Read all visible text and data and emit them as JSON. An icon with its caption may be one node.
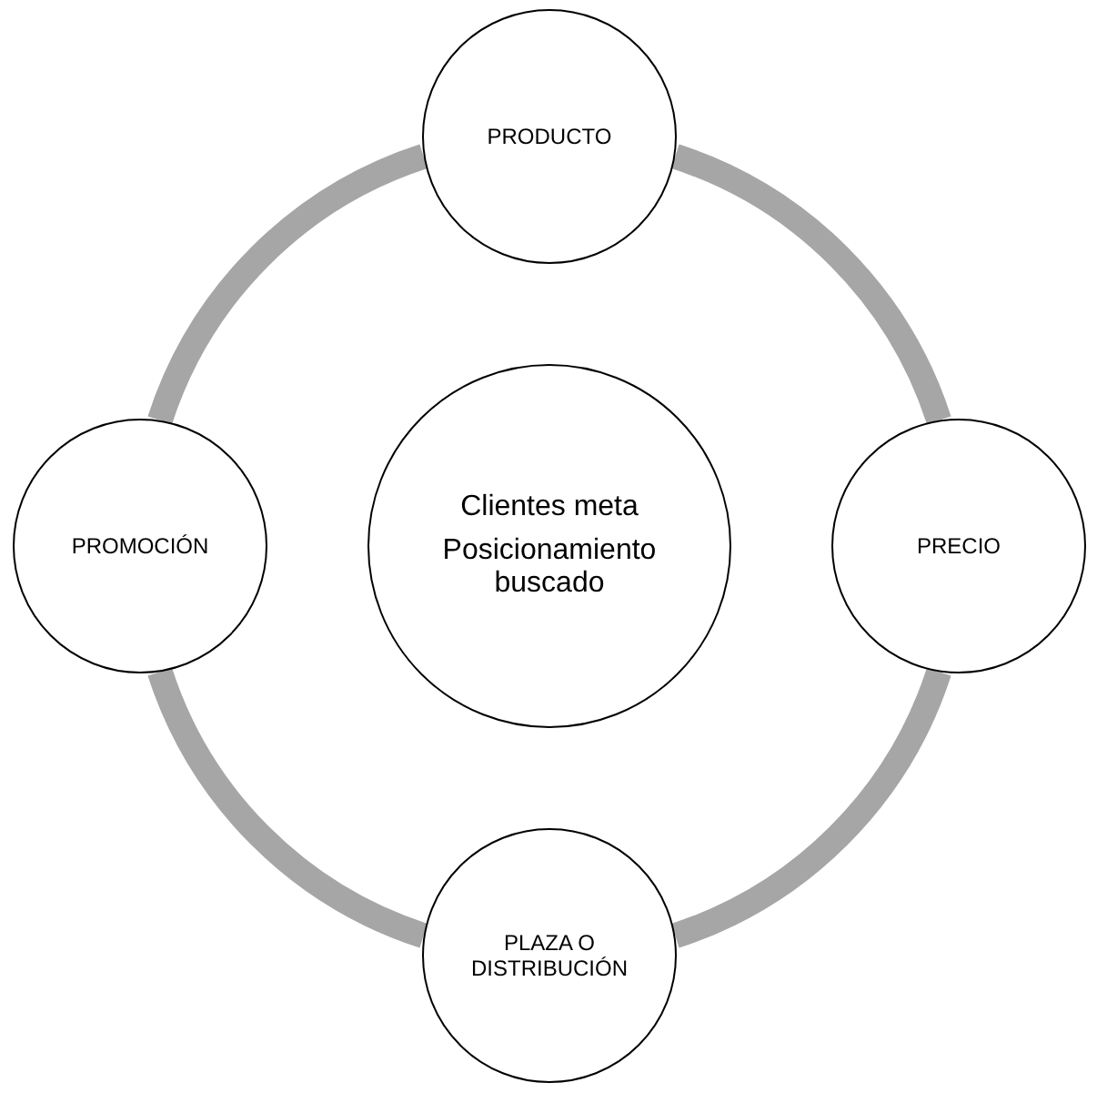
{
  "diagram": {
    "nodes": [
      {
        "text": [
          "Clientes meta",
          "Posicionamiento buscado"
        ]
      },
      {
        "text": [
          "PRODUCTO"
        ]
      },
      {
        "text": [
          "PRECIO"
        ]
      },
      {
        "text": [
          "PLAZA O DISTRIBUCIÓN"
        ]
      },
      {
        "text": [
          "PROMOCIÓN"
        ]
      }
    ],
    "edges": [
      {
        "from": 1,
        "to": 2,
        "arrow": "none"
      },
      {
        "from": 2,
        "to": 3,
        "arrow": "none"
      },
      {
        "from": 3,
        "to": 4,
        "arrow": "none"
      },
      {
        "from": 4,
        "to": 1,
        "arrow": "none"
      }
    ]
  }
}
